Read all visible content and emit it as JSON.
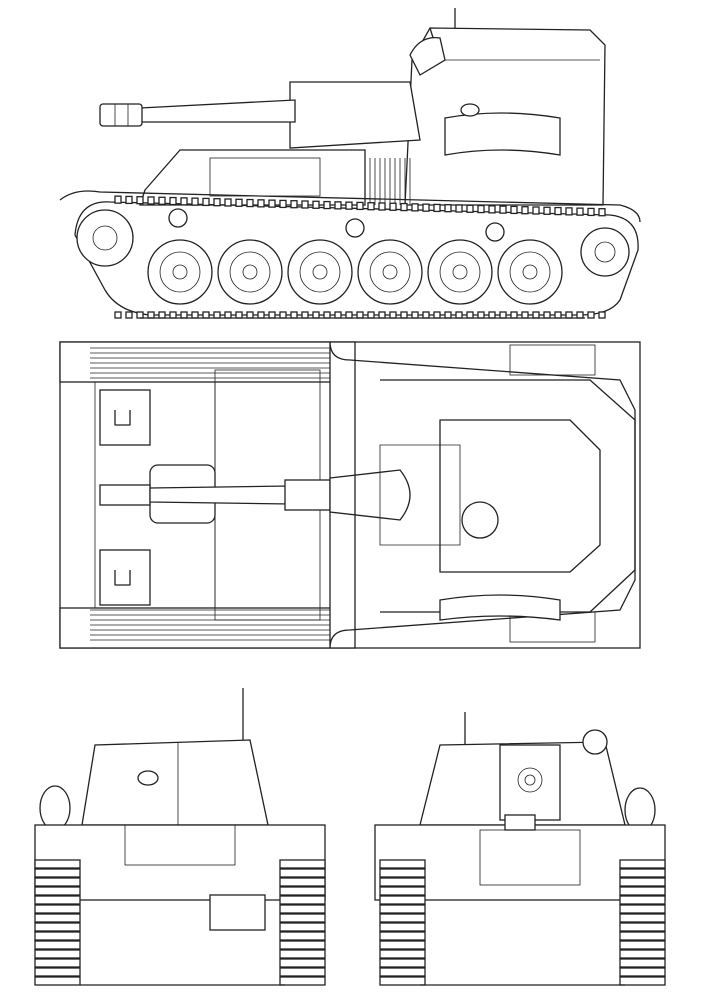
{
  "drawing": {
    "views": [
      "side",
      "top",
      "front",
      "rear"
    ],
    "colors": {
      "line": "#222222",
      "background": "#ffffff"
    }
  }
}
